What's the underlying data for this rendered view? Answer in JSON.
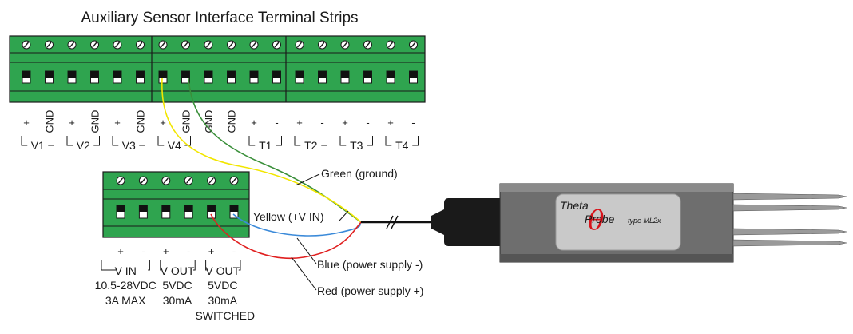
{
  "title": "Auxiliary Sensor Interface Terminal Strips",
  "top_strip": {
    "pin_labels": [
      "+",
      "GND",
      "+",
      "GND",
      "+",
      "GND",
      "+",
      "GND",
      "GND",
      "GND",
      "+",
      "-",
      "+",
      "-",
      "+",
      "-",
      "+",
      "-"
    ],
    "groups": [
      "V1",
      "V2",
      "V3",
      "V4",
      "T1",
      "T2",
      "T3",
      "T4"
    ]
  },
  "bottom_strip": {
    "pin_labels": [
      "+",
      "-",
      "+",
      "-",
      "+",
      "-"
    ],
    "groups": [
      {
        "name": "V IN",
        "spec1": "10.5-28VDC",
        "spec2": "3A MAX",
        "spec3": ""
      },
      {
        "name": "V OUT",
        "spec1": "5VDC",
        "spec2": "30mA",
        "spec3": ""
      },
      {
        "name": "V OUT",
        "spec1": "5VDC",
        "spec2": "30mA",
        "spec3": "SWITCHED"
      }
    ]
  },
  "wires": {
    "green": "Green (ground)",
    "yellow": "Yellow (+V IN)",
    "blue": "Blue (power supply -)",
    "red": "Red (power supply +)"
  },
  "probe": {
    "brand_top": "Theta",
    "brand_bottom": "Probe",
    "model": "type ML2x"
  },
  "colors": {
    "terminal_green": "#2fa44f",
    "wire_green": "#3a8f3a",
    "wire_yellow": "#f2e600",
    "wire_blue": "#3b8ad9",
    "wire_red": "#e02020",
    "probe_body": "#6e6e6e",
    "probe_label": "#c9c9c9",
    "logo_red": "#d8121a"
  }
}
